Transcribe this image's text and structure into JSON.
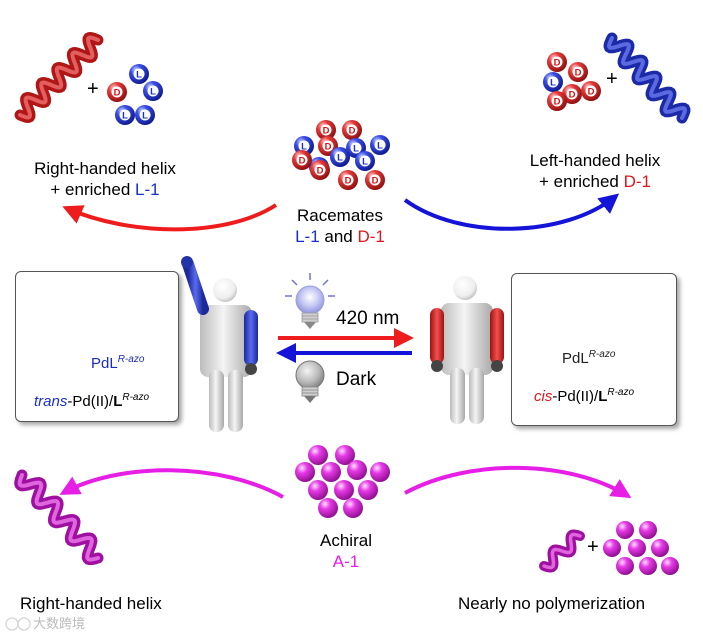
{
  "top_left": {
    "line1": "Right-handed helix",
    "line2_prefix": "+ enriched ",
    "line2_species": "L-1"
  },
  "top_right": {
    "line1": "Left-handed helix",
    "line2_prefix": "+ enriched ",
    "line2_species": "D-1"
  },
  "center_top": {
    "line1": "Racemates",
    "l_species": "L-1",
    "and": " and ",
    "d_species": "D-1"
  },
  "switch": {
    "light_label": "420 nm",
    "dark_label": "Dark"
  },
  "left_box": {
    "pd_label": "PdL",
    "superscript": "R-azo",
    "caption_italic": "trans",
    "caption_rest": "-Pd(II)/",
    "caption_L": "L",
    "caption_sup": "R-azo"
  },
  "right_box": {
    "pd_label": "PdL",
    "superscript": "R-azo",
    "caption_italic": "cis",
    "caption_rest": "-Pd(II)/",
    "caption_L": "L",
    "caption_sup": "R-azo"
  },
  "center_bottom": {
    "line1": "Achiral",
    "species": "A-1"
  },
  "bottom_left": {
    "label": "Right-handed helix"
  },
  "bottom_right": {
    "label": "Nearly no polymerization"
  },
  "watermark": "大数跨境",
  "monomer_letters": {
    "l": "L",
    "d": "D"
  },
  "colors": {
    "blue": "#1a2fd0",
    "red": "#e0161b",
    "magenta": "#e61ee6",
    "grey": "#c8c8c8"
  }
}
